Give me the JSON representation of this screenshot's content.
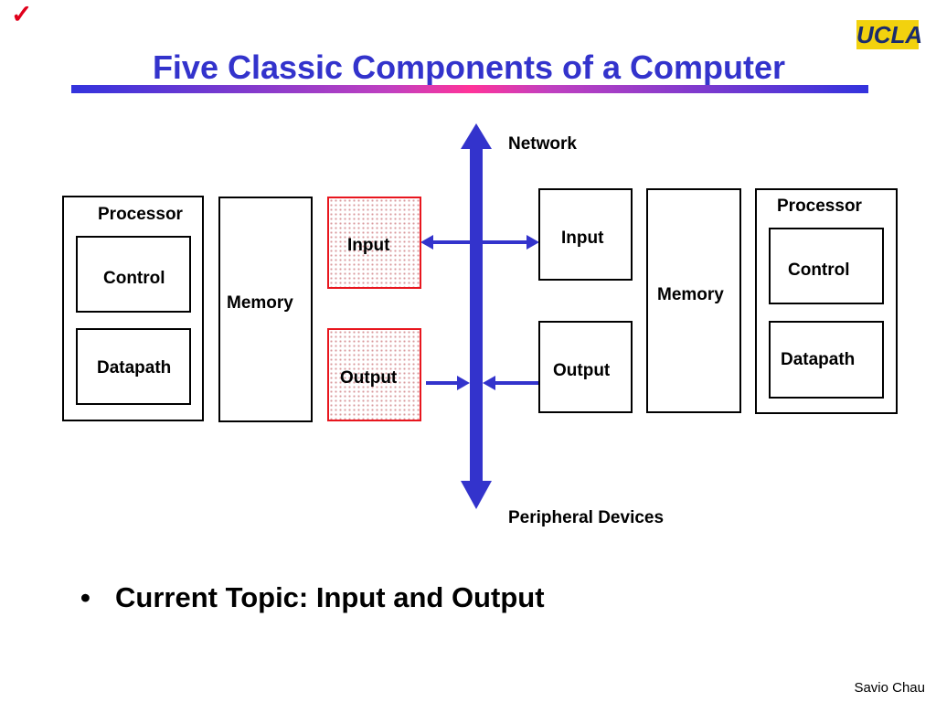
{
  "slide": {
    "check_mark": "✓",
    "logo": "UCLA",
    "title": "Five Classic Components of a Computer",
    "footer": "Savio Chau"
  },
  "diagram": {
    "left_computer": {
      "processor_label": "Processor",
      "control_label": "Control",
      "datapath_label": "Datapath",
      "memory_label": "Memory",
      "input_label": "Input",
      "output_label": "Output"
    },
    "right_computer": {
      "processor_label": "Processor",
      "control_label": "Control",
      "datapath_label": "Datapath",
      "memory_label": "Memory",
      "input_label": "Input",
      "output_label": "Output"
    },
    "bus": {
      "top_label": "Network",
      "bottom_label": "Peripheral Devices",
      "color": "#3333cc"
    },
    "highlight_color": "#e8161e"
  },
  "content": {
    "bullet": "•",
    "topic": "Current Topic: Input and Output"
  }
}
